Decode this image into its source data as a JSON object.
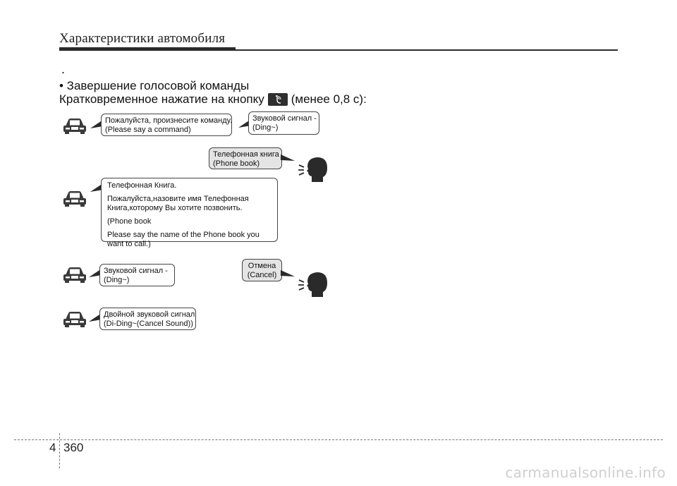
{
  "header": {
    "title": "Характеристики автомобиля"
  },
  "section": {
    "dot": ".",
    "heading": "• Завершение голосовой команды",
    "instruction_before": "Кратковременное нажатие на кнопку",
    "instruction_after": "(менее 0,8 с):",
    "button_icon": "talk-button-icon"
  },
  "dialog": {
    "car1": [
      "Пожалуйста, произнесите команду.",
      "(Please say a command)"
    ],
    "beep1": [
      "Звуковой сигнал -",
      "(Ding~)"
    ],
    "user1": [
      "Телефонная книга",
      "(Phone book)"
    ],
    "car2": [
      "Телефонная Книга.",
      "Пожалуйста,назовите имя Телефонная",
      "Книга,которому Вы хотите позвонить.",
      "(Phone book",
      "Please say the name of the Phone book you",
      "want to call.)"
    ],
    "beep2": [
      "Звуковой сигнал -",
      "(Ding~)"
    ],
    "user2": [
      "Отмена",
      "(Cancel)"
    ],
    "car3": [
      "Двойной звуковой сигнал",
      "(Di-Ding~(Cancel Sound))"
    ]
  },
  "footer": {
    "chapter": "4",
    "page": "360",
    "watermark": "carmanualsonline.info"
  },
  "colors": {
    "rule": "#2a2a2a",
    "bubble_user": "#e4e4e4",
    "watermark": "#cfcfcf"
  }
}
